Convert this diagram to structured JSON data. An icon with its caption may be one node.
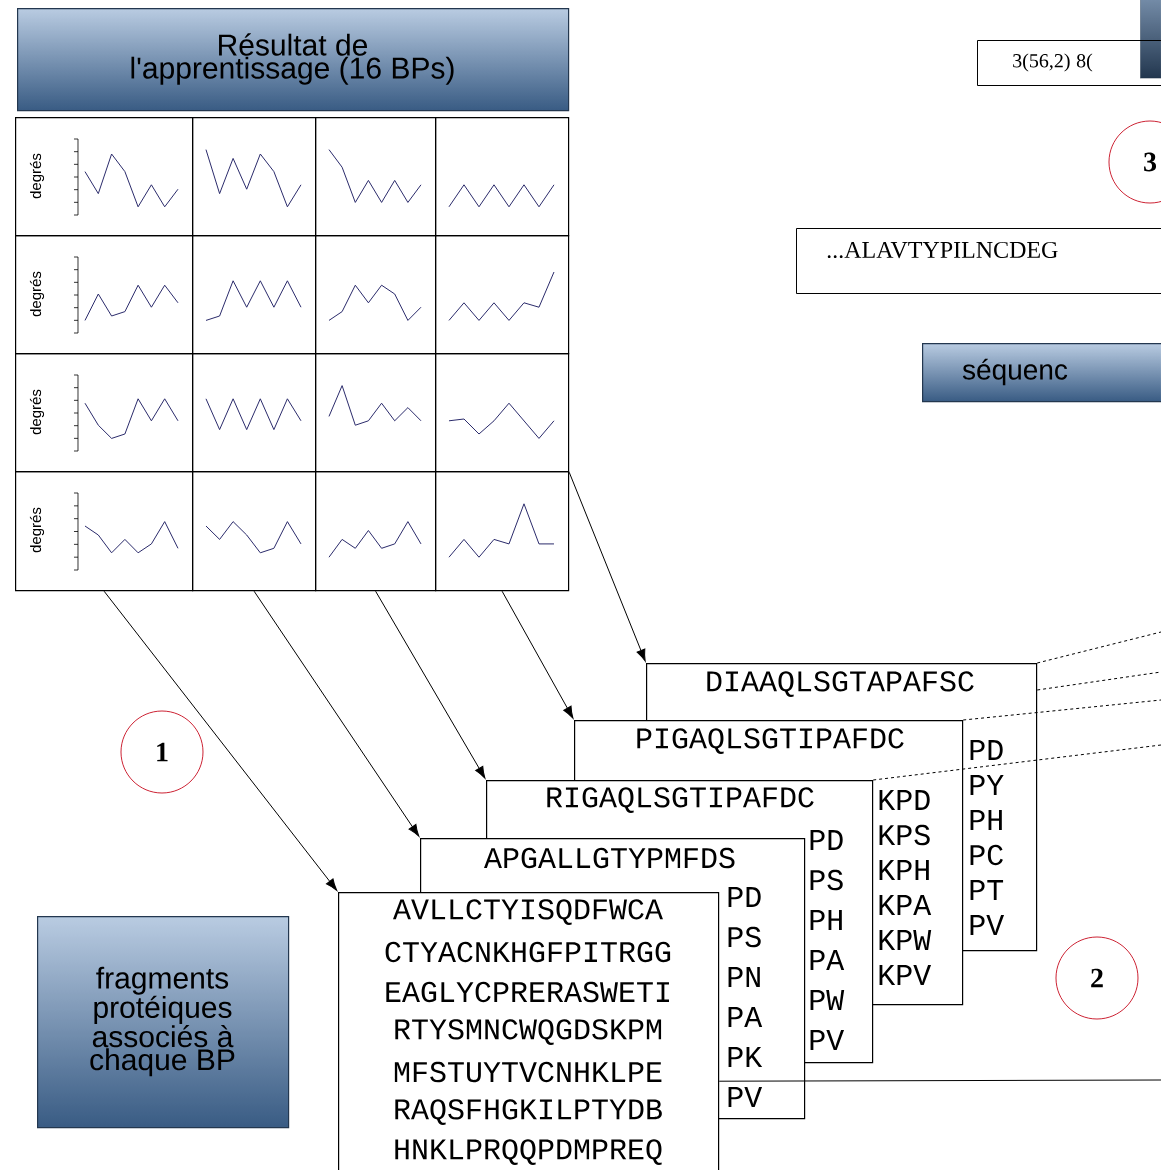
{
  "diagram": {
    "nodes": [
      {
        "text": [
          "Résultat de l'apprentissage (16 BPs)"
        ]
      },
      {
        "text": [],
        "shape": "box"
      },
      {
        "text": [
          "3(56,2) 8("
        ]
      },
      {
        "text": [
          "3"
        ]
      },
      {
        "text": [
          "...ALAVTYPILNCDEG"
        ]
      },
      {
        "text": [
          "séquenc"
        ]
      },
      {
        "text": [
          "degrés"
        ]
      },
      {
        "text": [],
        "shape": "picture"
      },
      {
        "text": [],
        "shape": "picture"
      },
      {
        "text": [],
        "shape": "picture"
      },
      {
        "text": [
          "degrés"
        ]
      },
      {
        "text": [],
        "shape": "picture"
      },
      {
        "text": [],
        "shape": "picture"
      },
      {
        "text": [],
        "shape": "picture"
      },
      {
        "text": [
          "degrés"
        ]
      },
      {
        "text": [],
        "shape": "picture"
      },
      {
        "text": [],
        "shape": "picture"
      },
      {
        "text": [],
        "shape": "picture"
      },
      {
        "text": [
          "degrés"
        ]
      },
      {
        "text": [],
        "shape": "picture"
      },
      {
        "text": [],
        "shape": "picture"
      },
      {
        "text": [],
        "shape": "picture"
      },
      {
        "text": [
          "1"
        ]
      },
      {
        "text": [
          "DIAAQLSGTAPAFSC",
          "PD",
          "PY",
          "PH",
          "PC",
          "PT",
          "PV"
        ]
      },
      {
        "text": [
          "PIGAQLSGTIPAFDC",
          "KPD",
          "KPS",
          "KPH",
          "KPA",
          "KPW",
          "KPV"
        ]
      },
      {
        "text": [
          "RIGAQLSGTIPAFDC",
          "PD",
          "PS",
          "PH",
          "PA",
          "PW",
          "PV"
        ]
      },
      {
        "text": [
          "APGALLGTYPMFDS",
          "PD",
          "PS",
          "PN",
          "PA",
          "PK",
          "PV"
        ]
      },
      {
        "text": [
          "AVLLCTYISQDFWCA",
          "CTYACNKHGFPITRGG",
          "EAGLYCPRERASWETI",
          "RTYSMNCWQGDSKPM",
          "MFSTUYTVCNHKLPE",
          "RAQSFHGKILPTYDB",
          "HNKLPRQQPDMPREQ"
        ]
      },
      {
        "text": [
          "2"
        ]
      },
      {
        "text": [
          "fragments protéiques associés à chaque BP"
        ]
      }
    ],
    "edges": [
      {
        "from": 18,
        "to": 27,
        "arrow": "to"
      },
      {
        "from": 19,
        "to": 26,
        "arrow": "to"
      },
      {
        "from": 20,
        "to": 25,
        "arrow": "to"
      },
      {
        "from": 21,
        "to": 24,
        "arrow": "to"
      },
      {
        "from": 17,
        "to": 23,
        "arrow": "to"
      },
      {
        "from": 23,
        "to": null,
        "arrow": "none",
        "style": "dashed"
      },
      {
        "from": 23,
        "to": null,
        "arrow": "none",
        "style": "dashed"
      },
      {
        "from": 24,
        "to": null,
        "arrow": "none",
        "style": "dashed"
      },
      {
        "from": 25,
        "to": null,
        "arrow": "none",
        "style": "dashed"
      },
      {
        "from": 27,
        "to": null,
        "arrow": "none"
      }
    ]
  }
}
